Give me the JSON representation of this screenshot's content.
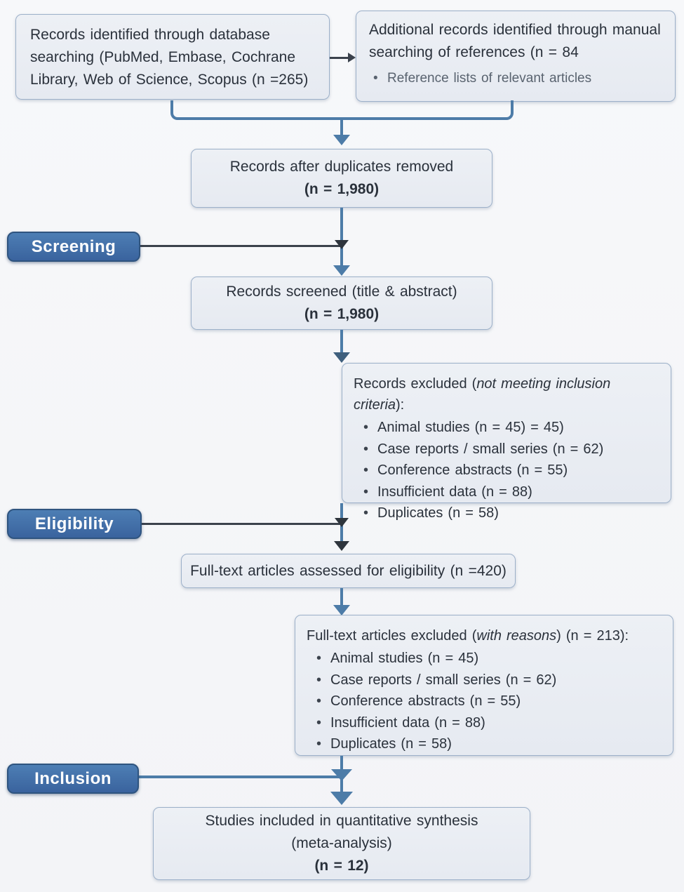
{
  "diagram_title": "PRISMA flow diagram",
  "colors": {
    "accent_blue": "#4d7ca8",
    "dark_line": "#3b424c",
    "stage_label_fill": "#3e6ba8",
    "box_fill": "#e9edf3",
    "box_border": "#9cb0c9"
  },
  "stage_labels": {
    "screening": "Screening",
    "eligibility": "Eligibility",
    "inclusion": "Inclusion"
  },
  "boxes": {
    "database_search": {
      "text": "Records identified through database searching (PubMed, Embase, Cochrane Library, Web of Science, Scopus (n =265)"
    },
    "manual_search": {
      "text": "Additional records identified through manual searching of references (n = 84",
      "bullet": "Reference lists of relevant articles"
    },
    "duplicates_removed": {
      "line1": "Records after duplicates removed",
      "count": "(n = 1,980)"
    },
    "records_screened": {
      "line1": "Records screened (title & abstract)",
      "count": "(n = 1,980)"
    },
    "records_excluded": {
      "title_prefix": "Records excluded (",
      "title_italic": "not meeting inclusion criteria",
      "title_suffix": "):",
      "items": [
        "Animal studies (n = 45) = 45)",
        "Case reports / small series (n = 62)",
        "Conference abstracts (n = 55)",
        "Insufficient data (n = 88)",
        "Duplicates (n = 58)"
      ]
    },
    "fulltext_assessed": {
      "text": "Full-text articles assessed for eligibility (n =420)"
    },
    "fulltext_excluded": {
      "title_prefix": "Full-text articles excluded (",
      "title_italic": "with reasons",
      "title_suffix": ") (n = 213):",
      "items": [
        "Animal studies (n = 45)",
        "Case reports / small series (n = 62)",
        "Conference abstracts (n = 55)",
        "Insufficient data (n = 88)",
        "Duplicates (n = 58)"
      ]
    },
    "included": {
      "line1": "Studies included in quantitative synthesis",
      "line2": "(meta-analysis)",
      "count": "(n = 12)"
    }
  }
}
